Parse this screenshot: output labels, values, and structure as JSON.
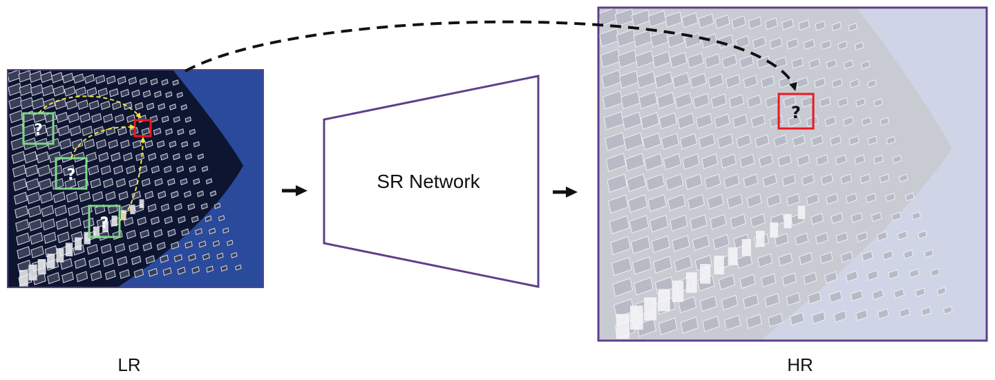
{
  "labels": {
    "lr": "LR",
    "hr": "HR",
    "network": "SR Network"
  },
  "markers": {
    "unknown": "?"
  },
  "colors": {
    "frame_purple": "#5e3f8a",
    "context_box": "#7ed88a",
    "target_box": "#e8191f",
    "context_arrow": "#f2e63a",
    "long_arrow": "#111111",
    "lr_sky": "#2a4a9c",
    "lr_windows": "#0e1530",
    "hr_sky": "#cfd5e6",
    "hr_tiles": "#c4c6cf"
  },
  "icons": {
    "flow_arrow": "right-arrow-icon"
  }
}
